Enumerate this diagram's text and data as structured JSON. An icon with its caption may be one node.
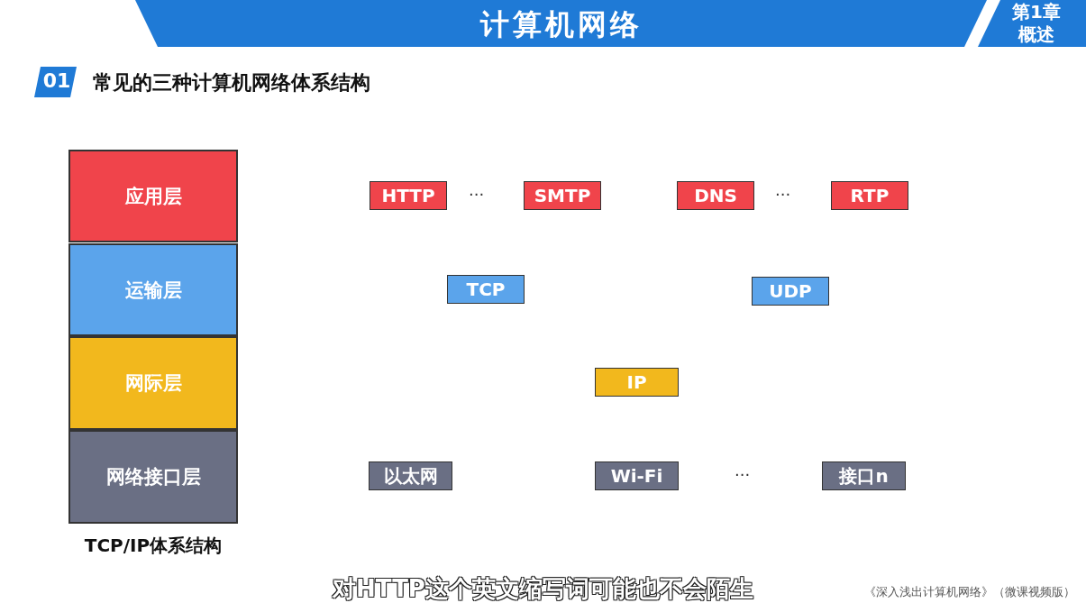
{
  "diagram": {
    "title": "计算机网络",
    "caption": "TCP/IP体系结构",
    "nodes": [
      {
        "text": [
          "应用层"
        ]
      },
      {
        "text": [
          "运输层"
        ]
      },
      {
        "text": [
          "网际层"
        ]
      },
      {
        "text": [
          "网络接口层"
        ]
      },
      {
        "text": [
          "HTTP"
        ]
      },
      {
        "text": [
          "SMTP"
        ]
      },
      {
        "text": [
          "DNS"
        ]
      },
      {
        "text": [
          "RTP"
        ]
      },
      {
        "text": [
          "TCP"
        ]
      },
      {
        "text": [
          "UDP"
        ]
      },
      {
        "text": [
          "IP"
        ]
      },
      {
        "text": [
          "以太网"
        ]
      },
      {
        "text": [
          "Wi-Fi"
        ]
      },
      {
        "text": [
          "接口n"
        ]
      }
    ],
    "labels": [
      "第1章",
      "概述",
      "01",
      "常见的三种计算机网络体系结构",
      "···",
      "···",
      "···",
      "对HTTP这个英文缩写词可能也不会陌生",
      "《深入浅出计算机网络》（微课视频版）"
    ]
  }
}
